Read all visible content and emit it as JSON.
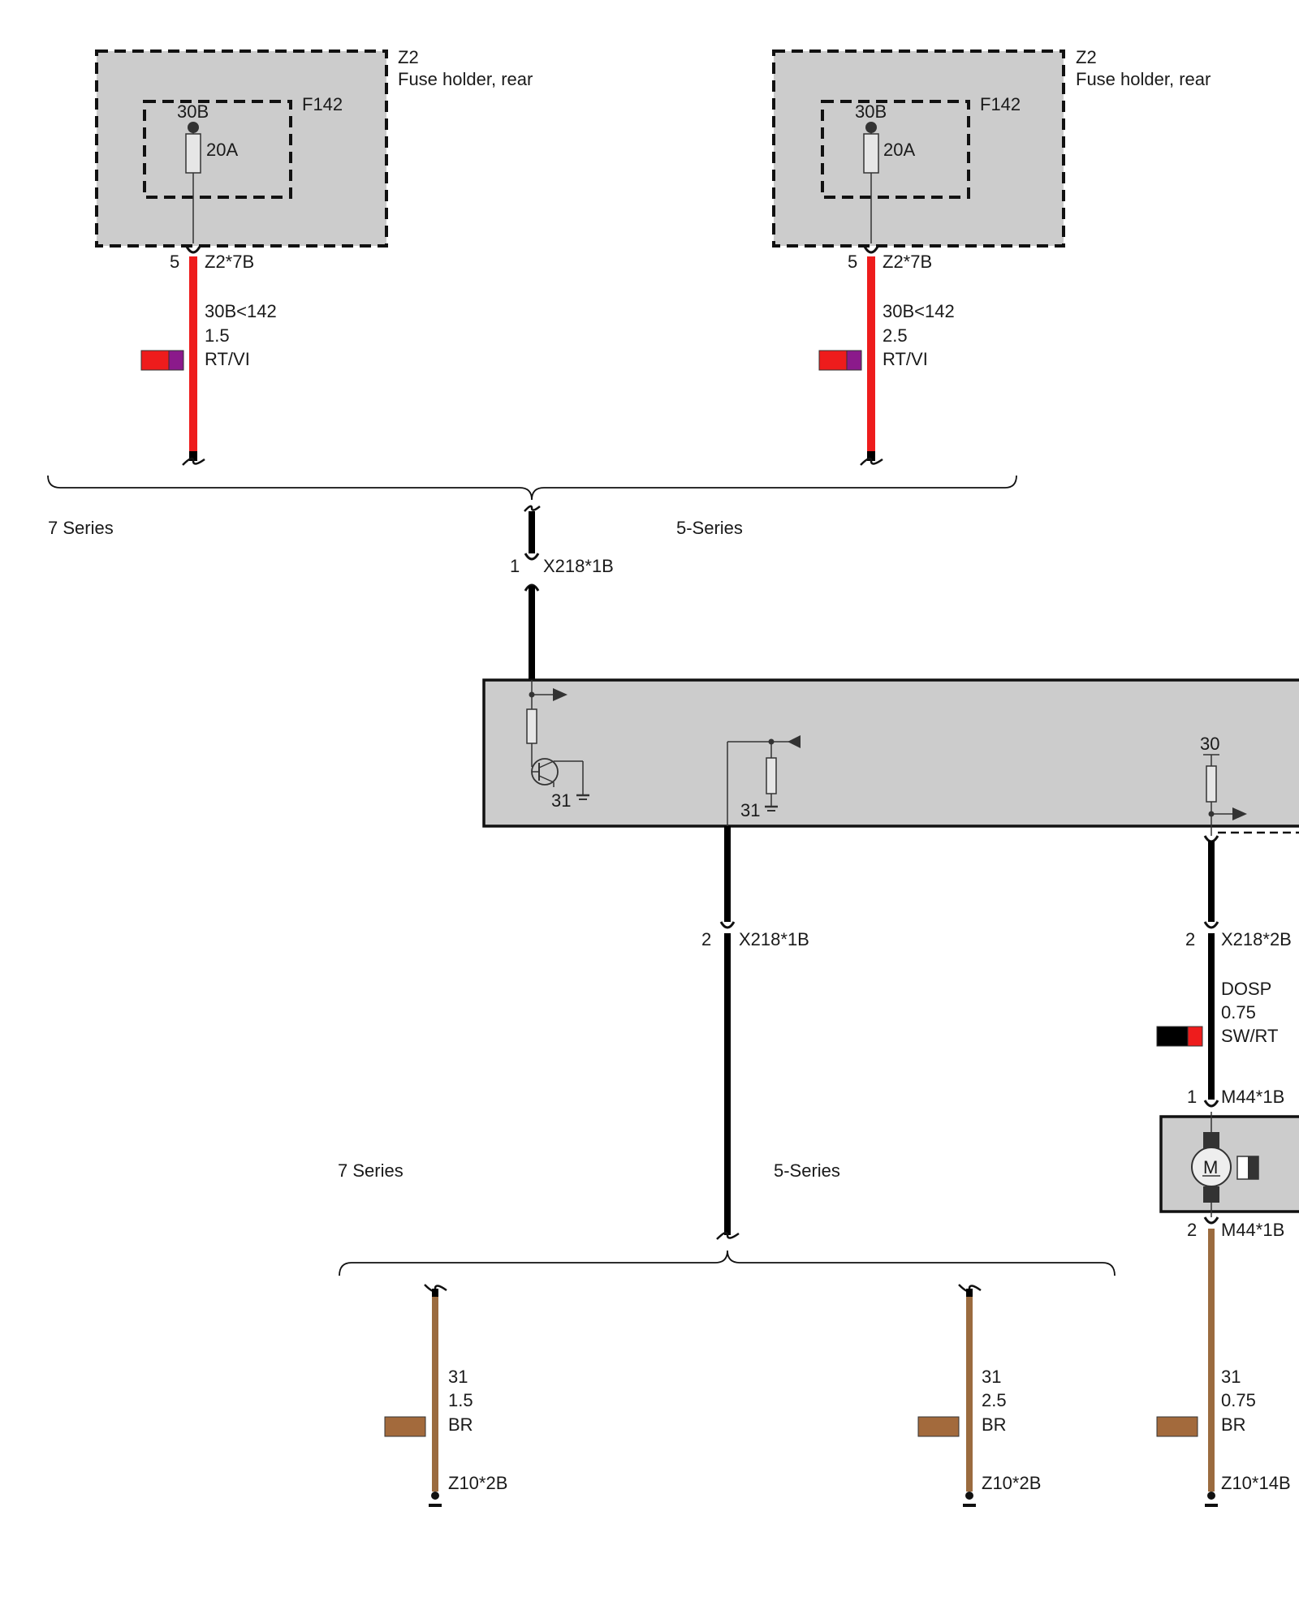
{
  "colors": {
    "module_fill": "#cccccc",
    "wire_red": "#ee1c1c",
    "wire_violet": "#8b1a8b",
    "wire_black": "#000000",
    "wire_brown": "#9b6b3f",
    "brown_swatch": "#a36a3c"
  },
  "fuse_holder_left": {
    "id": "Z2",
    "name": "Fuse holder, rear",
    "fuse_id": "F142",
    "fuse_terminal": "30B",
    "fuse_rating": "20A",
    "pin": "5",
    "connector": "Z2*7B",
    "wire_signal": "30B<142",
    "wire_size": "1.5",
    "wire_color_code": "RT/VI"
  },
  "fuse_holder_right": {
    "id": "Z2",
    "name": "Fuse holder, rear",
    "fuse_id": "F142",
    "fuse_terminal": "30B",
    "fuse_rating": "20A",
    "pin": "5",
    "connector": "Z2*7B",
    "wire_signal": "30B<142",
    "wire_size": "2.5",
    "wire_color_code": "RT/VI"
  },
  "variant_top": {
    "left": "7 Series",
    "right": "5-Series"
  },
  "x218_in": {
    "pin": "1",
    "connector": "X218*1B"
  },
  "module": {
    "ground_label_left": "31",
    "ground_label_mid": "31",
    "supply_label": "30"
  },
  "x218_out": {
    "pin": "2",
    "connector": "X218*1B"
  },
  "x218_2b": {
    "pin": "2",
    "connector": "X218*2B",
    "wire_signal": "DOSP",
    "wire_size": "0.75",
    "wire_color_code": "SW/RT"
  },
  "motor": {
    "pin_top": "1",
    "connector_top": "M44*1B",
    "symbol": "M",
    "pin_bottom": "2",
    "connector_bottom": "M44*1B"
  },
  "variant_bottom": {
    "left": "7 Series",
    "right": "5-Series"
  },
  "ground_left": {
    "signal": "31",
    "size": "1.5",
    "color_code": "BR",
    "connector": "Z10*2B"
  },
  "ground_mid": {
    "signal": "31",
    "size": "2.5",
    "color_code": "BR",
    "connector": "Z10*2B"
  },
  "ground_right": {
    "signal": "31",
    "size": "0.75",
    "color_code": "BR",
    "connector": "Z10*14B"
  }
}
